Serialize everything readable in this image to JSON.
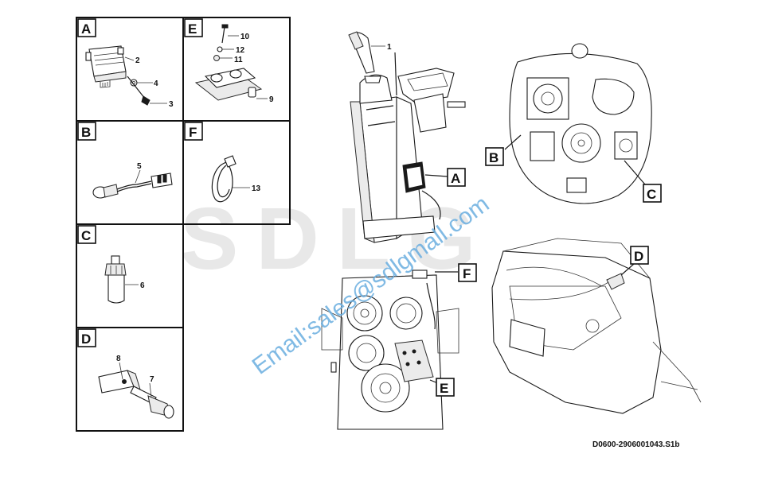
{
  "panels": {
    "A": {
      "label": "A",
      "parts": [
        "2",
        "4",
        "3"
      ]
    },
    "B": {
      "label": "B",
      "parts": [
        "5"
      ]
    },
    "C": {
      "label": "C",
      "parts": [
        "6"
      ]
    },
    "D": {
      "label": "D",
      "parts": [
        "8",
        "7"
      ]
    },
    "E": {
      "label": "E",
      "parts": [
        "10",
        "12",
        "11",
        "9"
      ]
    },
    "F": {
      "label": "F",
      "parts": [
        "13"
      ]
    }
  },
  "callouts": {
    "part_1": "1",
    "A": "A",
    "B": "B",
    "C": "C",
    "D": "D",
    "E": "E",
    "F": "F"
  },
  "watermark": {
    "logo": "SDLG",
    "email": "Email:sales@sdlgmall.com"
  },
  "drawing_code": "D0600-2906001043.S1b",
  "colors": {
    "line": "#1a1a1a",
    "watermark_logo": "#d6d6d6",
    "watermark_email": "#6aaee0"
  }
}
